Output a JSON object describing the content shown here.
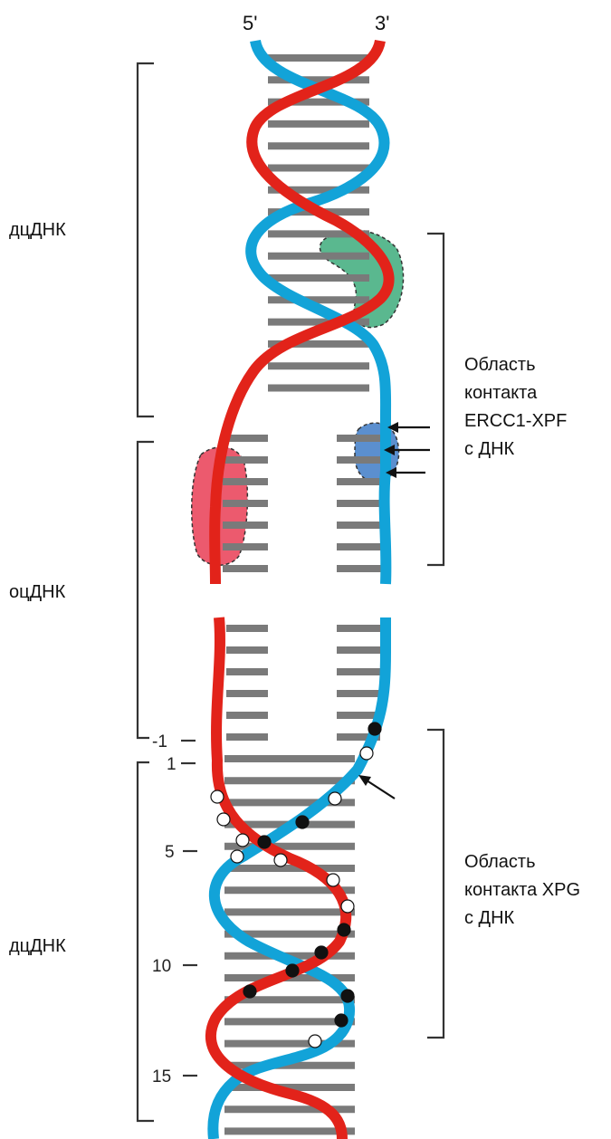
{
  "labels": {
    "five_prime": "5'",
    "three_prime": "3'",
    "ds_dna_top": "дцДНК",
    "ss_dna": "оцДНК",
    "ds_dna_bottom": "дцДНК",
    "ercc1_line1": "Область",
    "ercc1_line2": "контакта",
    "ercc1_line3": "ERCC1-XPF",
    "ercc1_line4": "с ДНК",
    "xpg_line1": "Область",
    "xpg_line2": "контакта XPG",
    "xpg_line3": "с ДНК"
  },
  "ticks": {
    "minus1": "-1",
    "p1": "1",
    "p5": "5",
    "p10": "10",
    "p15": "15"
  },
  "colors": {
    "strand_5prime": "#e2231a",
    "strand_3prime": "#12a3d8",
    "base_pairs": "#7a7a7a",
    "ercc1_patch": "#5ab88f",
    "xpf_patch": "#5b8fcf",
    "red_patch": "#ec5a6e",
    "bracket": "#333333"
  }
}
